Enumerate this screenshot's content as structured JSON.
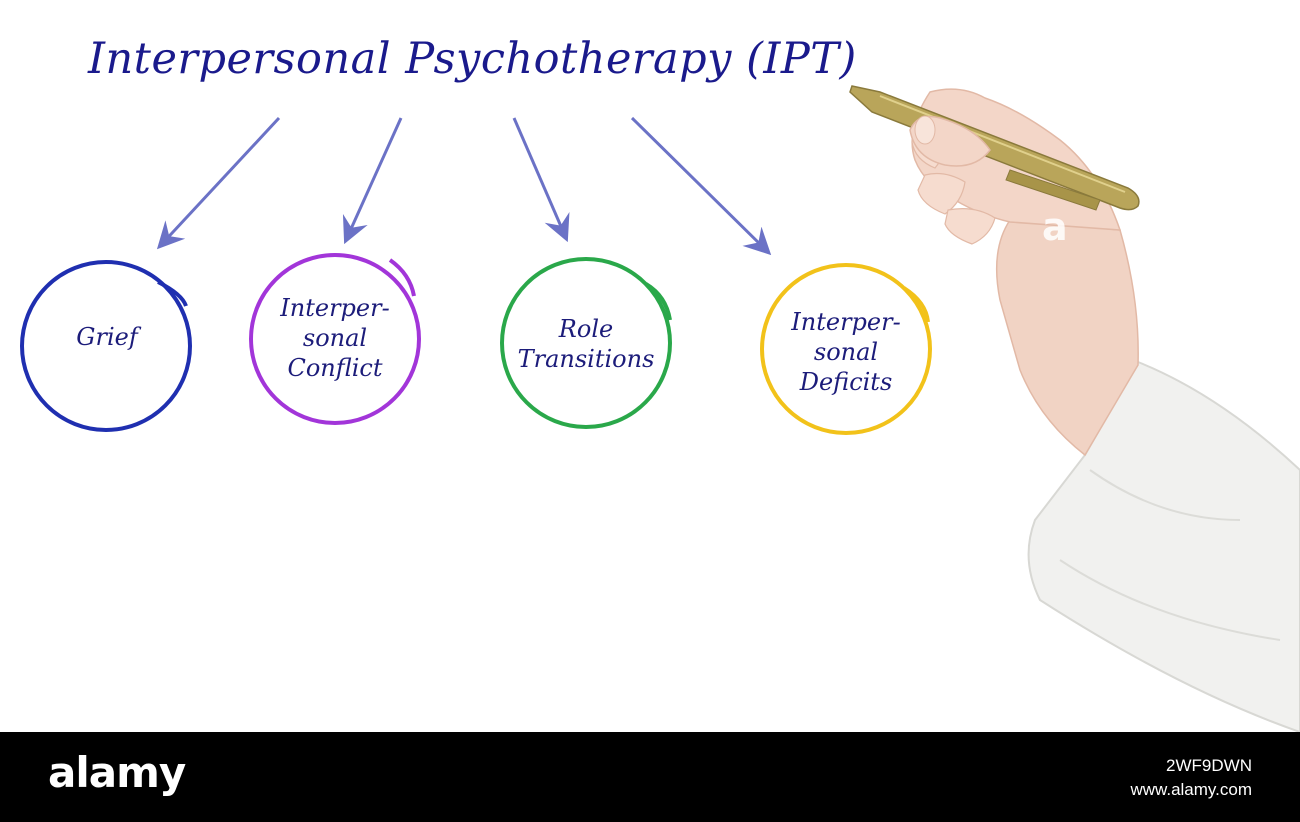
{
  "title": "Interpersonal Psychotherapy (IPT)",
  "colors": {
    "title": "#1a1a8c",
    "arrow": "#6b72c6",
    "text": "#1c1c7a"
  },
  "nodes": [
    {
      "label": "Grief",
      "color": "#1f2fb0"
    },
    {
      "label": "Interper-\nsonal\nConflict",
      "color": "#a235d9"
    },
    {
      "label": "Role\nTransitions",
      "color": "#2aa84a"
    },
    {
      "label": "Interper-\nsonal\nDeficits",
      "color": "#f2c21a"
    }
  ],
  "footer": {
    "logo": "alamy",
    "image_id": "2WF9DWN",
    "url": "www.alamy.com"
  }
}
